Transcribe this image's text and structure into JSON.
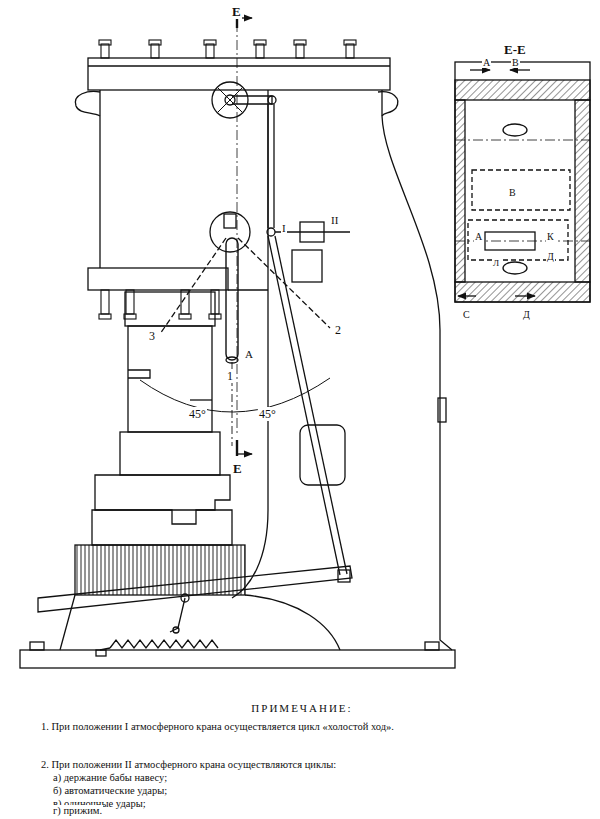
{
  "diagram": {
    "labels": [
      "Е",
      "Е",
      "Е-Е",
      "А",
      "В",
      "В",
      "А",
      "Л",
      "К",
      "Д",
      "С",
      "Д",
      "I",
      "II",
      "1",
      "2",
      "3",
      "А",
      "45°",
      "45°",
      "ПРИМЕЧАНИЕ:",
      "1. При положении I атмосферного крана осуществляется цикл «холостой ход».",
      "2. При положении II атмосферного крана осуществляются циклы:",
      "а) держание бабы навесу;",
      "б) автоматические удары;",
      "в) одиночные удары;",
      "г) прижим."
    ]
  }
}
